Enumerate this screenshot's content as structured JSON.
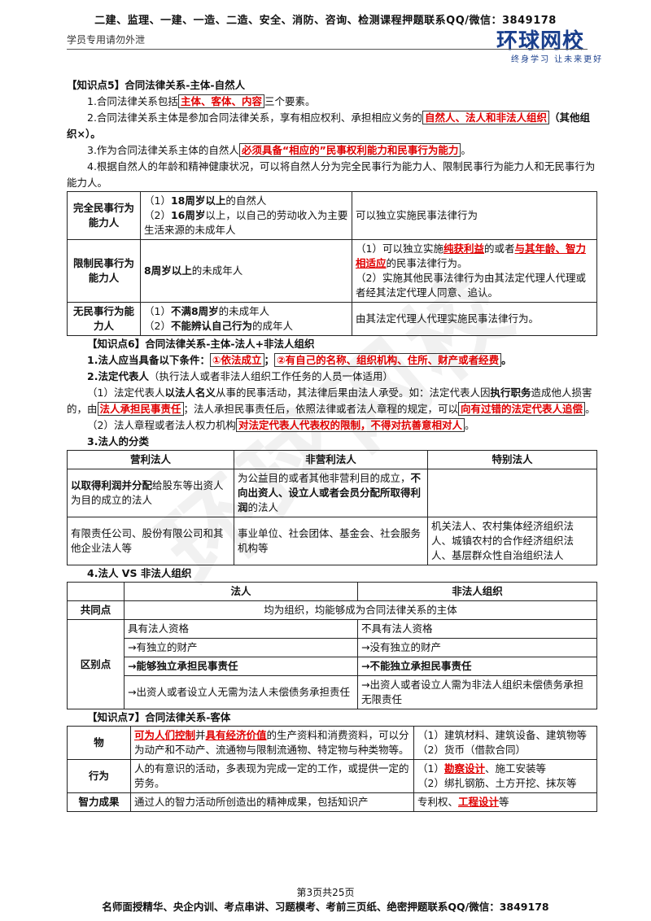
{
  "header": {
    "top_text": "二建、监理、一建、一造、二造、安全、消防、咨询、检测课程押题联系QQ/微信：3849178",
    "left_text": "学员专用请勿外泄",
    "logo_main": "环球网校",
    "logo_sub": "终身学习 让未来更好"
  },
  "kp5": {
    "title": "【知识点5】合同法律关系-主体-自然人",
    "p1_a": "1.合同法律关系包括",
    "p1_red": "主体、客体、内容",
    "p1_b": "三个要素。",
    "p2_a": "2.合同法律关系主体是参加合同法律关系，享有相应权利、承担相应义务的",
    "p2_red": "自然人、法人和非法人组织",
    "p2_b": "（其他组织×）。",
    "p3_a": "3.作为合同法律关系主体的自然人",
    "p3_red": "必须具备“相应的”民事权利能力和民事行为能力",
    "p3_b": "。",
    "p4": "4.根据自然人的年龄和精神健康状况，可以将自然人分为完全民事行为能力人、限制民事行为能力人和无民事行为能力人。"
  },
  "table1": {
    "r1_label": "完全民事行为能力人",
    "r1_c1_a_pre": "（1）",
    "r1_c1_a_b": "18周岁以上",
    "r1_c1_a_post": "的自然人",
    "r1_c1_b_pre": "（2）",
    "r1_c1_b_b": "16周岁",
    "r1_c1_b_post": "以上，以自己的劳动收入为主要生活来源的未成年人",
    "r1_c2": "可以独立实施民事法律行为",
    "r2_label": "限制民事行为能力人",
    "r2_c1_b": "8周岁以上",
    "r2_c1_post": "的未成年人",
    "r2_c2_a": "（1）可以独立实施",
    "r2_c2_red1": "纯获利益",
    "r2_c2_b": "的或者",
    "r2_c2_red2": "与其年龄、智力相适应",
    "r2_c2_c": "的民事法律行为。",
    "r2_c2_d": "（2）实施其他民事法律行为由其法定代理人代理或者经其法定代理人同意、追认。",
    "r3_label": "无民事行为能力人",
    "r3_c1_a_pre": "（1）",
    "r3_c1_a_b": "不满8周岁",
    "r3_c1_a_post": "的未成年人",
    "r3_c1_b_pre": "（2）",
    "r3_c1_b_b": "不能辨认自己行为",
    "r3_c1_b_post": "的成年人",
    "r3_c2": "由其法定代理人代理实施民事法律行为。"
  },
  "kp6": {
    "title": "【知识点6】合同法律关系-主体-法人+非法人组织",
    "s1_a": "1.法人应当具备以下条件：",
    "s1_red1": "①依法成立",
    "s1_b": "；",
    "s1_red2": "②有自己的名称、组织机构、住所、财产或者经费",
    "s1_c": "。",
    "s2_title": "2.法定代表人",
    "s2_note": "（执行法人或者非法人组织工作任务的人员一体适用）",
    "s2_p1_a": "（1）法定代表人",
    "s2_p1_b1": "以法人名义",
    "s2_p1_c": "从事的民事活动，其法律后果由法人承受。如：法定代表人因",
    "s2_p1_b2": "执行职务",
    "s2_p1_d": "造成他人损害的，由",
    "s2_p1_red1": "法人承担民事责任",
    "s2_p1_e": "；法人承担民事责任后，依照法律或者法人章程的规定，可以",
    "s2_p1_red2": "向有过错的法定代表人追偿",
    "s2_p1_f": "。",
    "s2_p2_a": "（2）法人章程或者法人权力机构",
    "s2_p2_red": "对法定代表人代表权的限制，不得对抗善意相对人",
    "s2_p2_b": "。",
    "s3_title": "3.法人的分类"
  },
  "table2": {
    "h1": "营利法人",
    "h2": "非营利法人",
    "h3": "特别法人",
    "r1_c1_b": "以取得利润并分配",
    "r1_c1_post": "给股东等出资人为目的成立的法人",
    "r1_c2_a": "为公益目的或者其他非营利目的成立，",
    "r1_c2_b": "不向出资人、设立人或者会员分配所取得利润",
    "r1_c2_c": "的法人",
    "r1_c3": "",
    "r2_c1": "有限责任公司、股份有限公司和其他企业法人等",
    "r2_c2": "事业单位、社会团体、基金会、社会服务机构等",
    "r2_c3": "机关法人、农村集体经济组织法人、城镇农村的合作经济组织法人、基层群众性自治组织法人"
  },
  "s4_title": "4.法人 VS 非法人组织",
  "table3": {
    "h1": "法人",
    "h2": "非法人组织",
    "common_label": "共同点",
    "common_text": "均为组织，均能够成为合同法律关系的主体",
    "diff_label": "区别点",
    "d1_l": "具有法人资格",
    "d1_r": "不具有法人资格",
    "d2_l": "→有独立的财产",
    "d2_r": "→没有独立的财产",
    "d3_l": "→能够独立承担民事责任",
    "d3_r": "→不能独立承担民事责任",
    "d4_l": "→出资人或者设立人无需为法人未偿债务承担责任",
    "d4_r": "→出资人或者设立人需为非法人组织未偿债务承担无限责任"
  },
  "kp7": {
    "title": "【知识点7】合同法律关系-客体"
  },
  "table4": {
    "r1_label": "物",
    "r1_c1_red1": "可为人们控制",
    "r1_c1_a": "并",
    "r1_c1_red2": "具有经济价值",
    "r1_c1_b": "的生产资料和消费资料，可以分为动产和不动产、流通物与限制流通物、特定物与种类物等。",
    "r1_c2_a": "（1）建筑材料、建筑设备、建筑物等",
    "r1_c2_b": "（2）货币（借款合同）",
    "r2_label": "行为",
    "r2_c1": "人的有意识的活动，多表现为完成一定的工作，或提供一定的劳务。",
    "r2_c2_a_pre": "（1）",
    "r2_c2_a_red": "勘察设计",
    "r2_c2_a_post": "、施工安装等",
    "r2_c2_b": "（2）绑扎钢筋、土方开挖、抹灰等",
    "r3_label": "智力成果",
    "r3_c1": "通过人的智力活动所创造出的精神成果，包括知识产",
    "r3_c2_a": "专利权、",
    "r3_c2_red": "工程设计",
    "r3_c2_b": "等"
  },
  "footer": {
    "page": "第3页共25页",
    "ad": "名师面授精华、央企内训、考点串讲、习题模考、考前三页纸、绝密押题联系QQ/微信：3849178"
  },
  "watermark": "环球网校"
}
